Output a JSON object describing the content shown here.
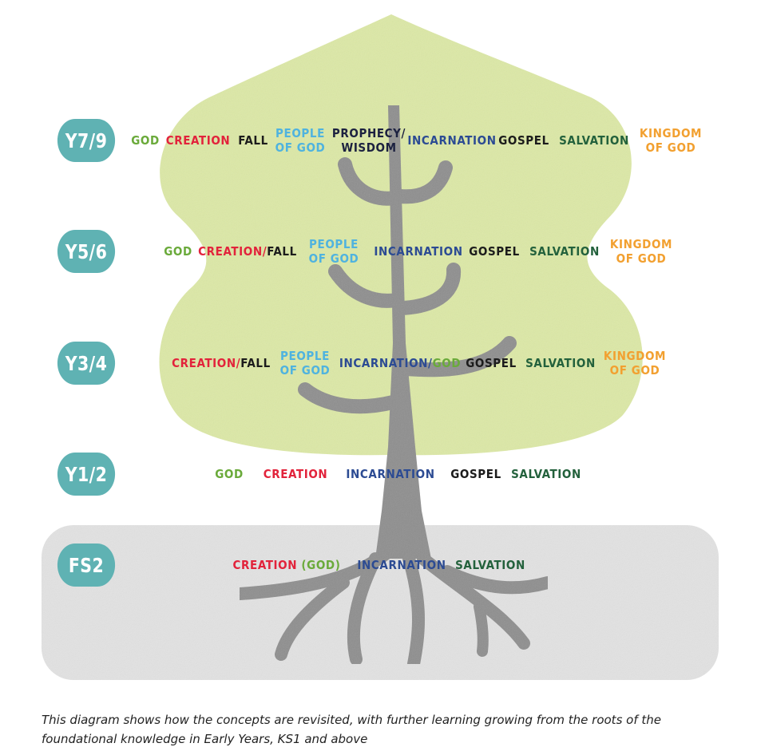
{
  "colors": {
    "canopy": "#dde9a6",
    "ground": "#e3e3e3",
    "trunk": "#8d8d8d",
    "badge": "#5fb2b3",
    "god": "#6aaa3a",
    "creation": "#e2233b",
    "fall": "#1c1c1c",
    "people_of_god": "#4fb3df",
    "prophecy": "#1c2140",
    "incarnation": "#2c4b93",
    "gospel": "#1c1c1c",
    "salvation": "#23613c",
    "kingdom": "#f2a030"
  },
  "levels": [
    {
      "label": "Y7/9",
      "concepts": [
        {
          "parts": [
            {
              "text": "GOD",
              "color": "god"
            }
          ]
        },
        {
          "parts": [
            {
              "text": "CREATION",
              "color": "creation"
            }
          ]
        },
        {
          "parts": [
            {
              "text": "FALL",
              "color": "fall"
            }
          ]
        },
        {
          "parts": [
            {
              "text": "PEOPLE\nOF GOD",
              "color": "people_of_god"
            }
          ]
        },
        {
          "parts": [
            {
              "text": "PROPHECY/\nWISDOM",
              "color": "prophecy"
            }
          ]
        },
        {
          "parts": [
            {
              "text": "INCARNATION",
              "color": "incarnation"
            }
          ]
        },
        {
          "parts": [
            {
              "text": "GOSPEL",
              "color": "gospel"
            }
          ]
        },
        {
          "parts": [
            {
              "text": "SALVATION",
              "color": "salvation"
            }
          ]
        },
        {
          "parts": [
            {
              "text": "KINGDOM\nOF GOD",
              "color": "kingdom"
            }
          ]
        }
      ]
    },
    {
      "label": "Y5/6",
      "concepts": [
        {
          "parts": [
            {
              "text": "GOD",
              "color": "god"
            }
          ]
        },
        {
          "parts": [
            {
              "text": "CREATION/",
              "color": "creation"
            },
            {
              "text": "FALL",
              "color": "fall"
            }
          ]
        },
        {
          "parts": [
            {
              "text": "PEOPLE\nOF GOD",
              "color": "people_of_god"
            }
          ]
        },
        {
          "parts": [
            {
              "text": "INCARNATION",
              "color": "incarnation"
            }
          ]
        },
        {
          "parts": [
            {
              "text": "GOSPEL",
              "color": "gospel"
            }
          ]
        },
        {
          "parts": [
            {
              "text": "SALVATION",
              "color": "salvation"
            }
          ]
        },
        {
          "parts": [
            {
              "text": "KINGDOM\nOF GOD",
              "color": "kingdom"
            }
          ]
        }
      ]
    },
    {
      "label": "Y3/4",
      "concepts": [
        {
          "parts": [
            {
              "text": "CREATION/",
              "color": "creation"
            },
            {
              "text": "FALL",
              "color": "fall"
            }
          ]
        },
        {
          "parts": [
            {
              "text": "PEOPLE\nOF GOD",
              "color": "people_of_god"
            }
          ]
        },
        {
          "parts": [
            {
              "text": "INCARNATION/",
              "color": "incarnation"
            },
            {
              "text": "GOD",
              "color": "god"
            }
          ]
        },
        {
          "parts": [
            {
              "text": "GOSPEL",
              "color": "gospel"
            }
          ]
        },
        {
          "parts": [
            {
              "text": "SALVATION",
              "color": "salvation"
            }
          ]
        },
        {
          "parts": [
            {
              "text": "KINGDOM\nOF GOD",
              "color": "kingdom"
            }
          ]
        }
      ]
    },
    {
      "label": "Y1/2",
      "concepts": [
        {
          "parts": [
            {
              "text": "GOD",
              "color": "god"
            }
          ]
        },
        {
          "parts": [
            {
              "text": "CREATION",
              "color": "creation"
            }
          ]
        },
        {
          "parts": [
            {
              "text": "INCARNATION",
              "color": "incarnation"
            }
          ]
        },
        {
          "parts": [
            {
              "text": "GOSPEL",
              "color": "gospel"
            }
          ]
        },
        {
          "parts": [
            {
              "text": "SALVATION",
              "color": "salvation"
            }
          ]
        }
      ]
    },
    {
      "label": "FS2",
      "concepts": [
        {
          "parts": [
            {
              "text": "CREATION ",
              "color": "creation"
            },
            {
              "text": "(GOD)",
              "color": "god"
            }
          ]
        },
        {
          "parts": [
            {
              "text": "INCARNATION",
              "color": "incarnation"
            }
          ]
        },
        {
          "parts": [
            {
              "text": "SALVATION",
              "color": "salvation"
            }
          ]
        }
      ]
    }
  ],
  "caption": "This diagram shows how the concepts are revisited, with further learning growing from the roots of the foundational knowledge in Early Years, KS1 and above"
}
